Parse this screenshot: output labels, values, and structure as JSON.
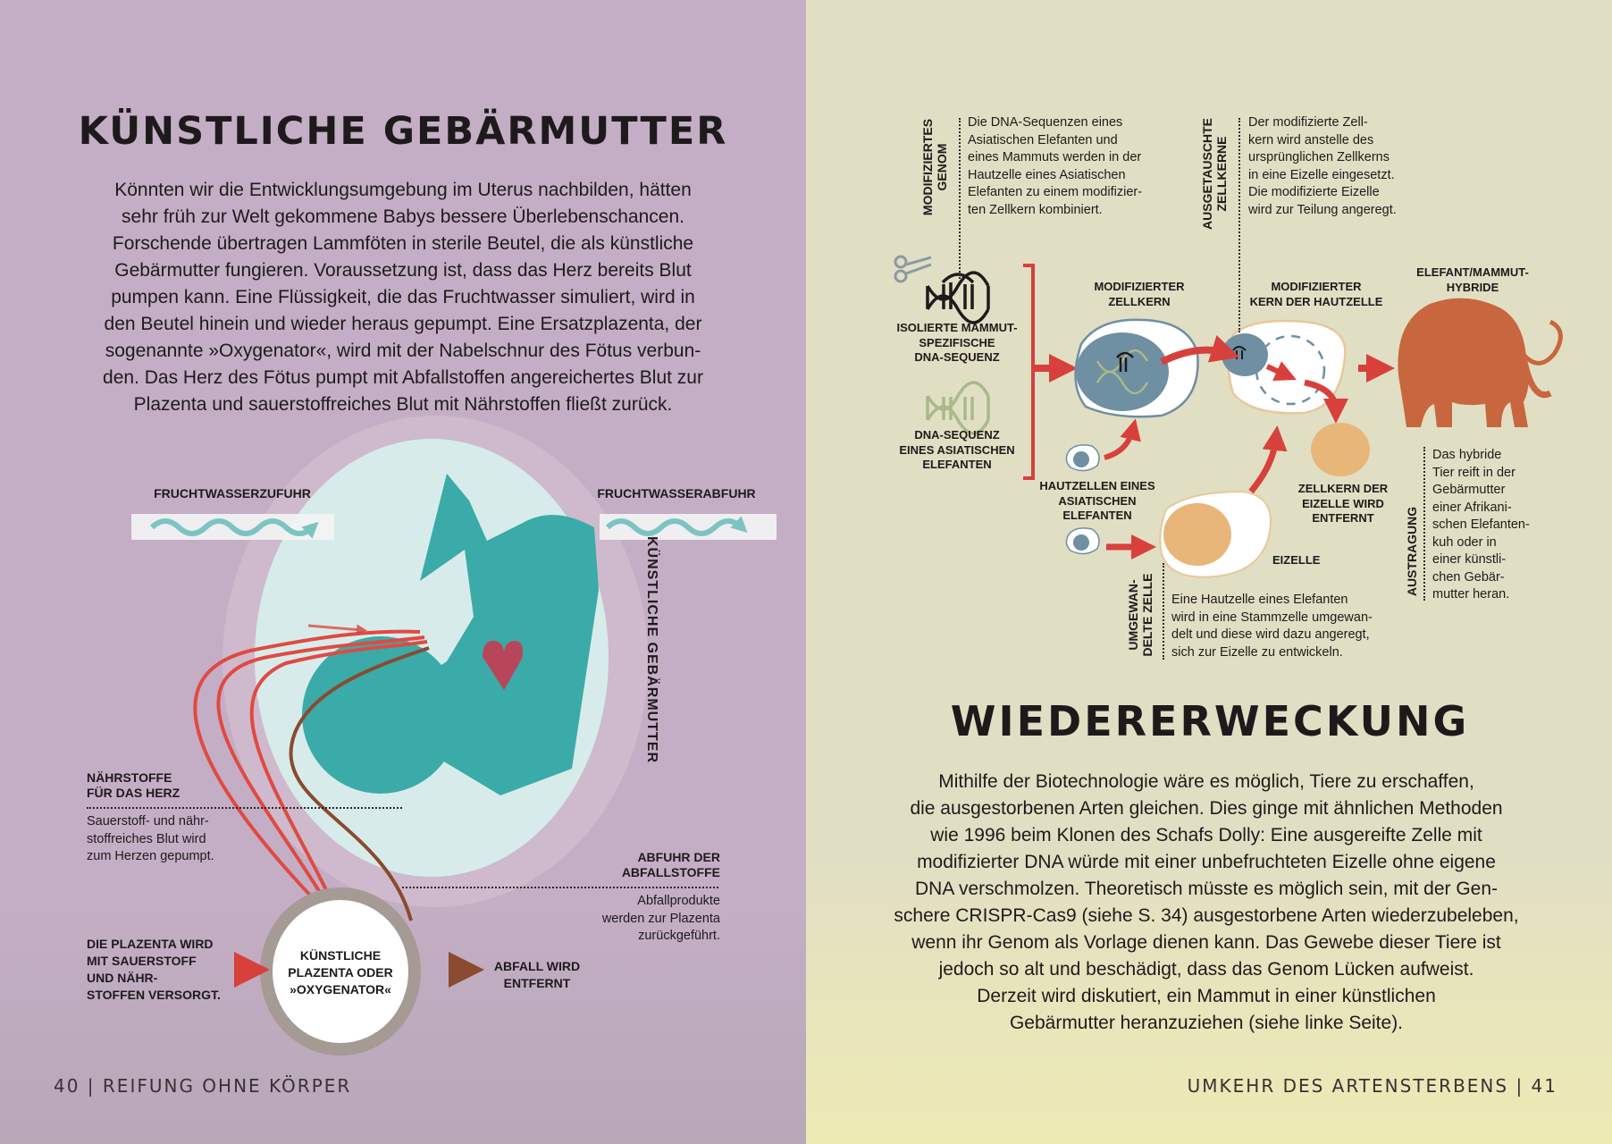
{
  "left": {
    "title": "KÜNSTLICHE GEBÄRMUTTER",
    "paragraph": [
      "Könnten wir die Entwicklungsumgebung im Uterus nachbilden, hätten",
      "sehr früh zur Welt gekommene Babys bessere Überlebenschancen.",
      "Forschende übertragen Lammföten in sterile Beutel, die als künstliche",
      "Gebärmutter fungieren. Voraussetzung ist, dass das Herz bereits Blut",
      "pumpen kann. Eine Flüssigkeit, die das Fruchtwasser simuliert, wird in",
      "den Beutel hinein und wieder heraus gepumpt. Eine Ersatzplazenta, der",
      "sogenannte »Oxygenator«, wird mit der Nabelschnur des Fötus verbun-",
      "den. Das Herz des Fötus pumpt mit Abfallstoffen angereichertes Blut zur",
      "Plazenta und sauerstoffreiches Blut mit Nährstoffen fließt zurück."
    ],
    "inflow": "FRUCHTWASSERZUFUHR",
    "outflow": "FRUCHTWASSERABFUHR",
    "womb_label": "KÜNSTLICHE GEBÄRMUTTER",
    "nutrients_title": [
      "NÄHRSTOFFE",
      "FÜR DAS HERZ"
    ],
    "nutrients_text": [
      "Sauerstoff- und nähr-",
      "stoffreiches Blut wird",
      "zum Herzen gepumpt."
    ],
    "waste_title": [
      "ABFUHR DER",
      "ABFALLSTOFFE"
    ],
    "waste_text": [
      "Abfallprodukte",
      "werden zur Plazenta",
      "zurückgeführt."
    ],
    "supply": [
      "DIE PLAZENTA WIRD",
      "MIT SAUERSTOFF",
      "UND NÄHR-",
      "STOFFEN VERSORGT."
    ],
    "placenta": [
      "KÜNSTLICHE",
      "PLAZENTA ODER",
      "»OXYGENATOR«"
    ],
    "removed": [
      "ABFALL WIRD",
      "ENTFERNT"
    ],
    "footer_page": "40",
    "footer_section": "REIFUNG OHNE KÖRPER"
  },
  "right": {
    "genome_head": [
      "MODIFIZIERTES",
      "GENOM"
    ],
    "genome_text": [
      "Die DNA-Sequenzen eines",
      "Asiatischen Elefanten und",
      "eines Mammuts werden in der",
      "Hautzelle eines Asiatischen",
      "Elefanten zu einem modifizier-",
      "ten Zellkern kombiniert."
    ],
    "swap_head": [
      "AUSGETAUSCHTE",
      "ZELLKERNE"
    ],
    "swap_text": [
      "Der modifizierte Zell-",
      "kern wird anstelle des",
      "ursprünglichen Zellkerns",
      "in eine Eizelle eingesetzt.",
      "Die modifizierte Eizelle",
      "wird zur Teilung angeregt."
    ],
    "mammoth_dna": [
      "ISOLIERTE MAMMUT-",
      "SPEZIFISCHE",
      "DNA-SEQUENZ"
    ],
    "elephant_dna": [
      "DNA-SEQUENZ",
      "EINES ASIATISCHEN",
      "ELEFANTEN"
    ],
    "mod_nucleus": [
      "MODIFIZIERTER",
      "ZELLKERN"
    ],
    "mod_skin_nucleus": [
      "MODIFIZIERTER",
      "KERN DER HAUTZELLE"
    ],
    "hybrid": [
      "ELEFANT/MAMMUT-",
      "HYBRIDE"
    ],
    "skin_cells": [
      "HAUTZELLEN EINES",
      "ASIATISCHEN",
      "ELEFANTEN"
    ],
    "nucleus_removed": [
      "ZELLKERN DER",
      "EIZELLE WIRD",
      "ENTFERNT"
    ],
    "egg": "EIZELLE",
    "converted_head": [
      "UMGEWAN-",
      "DELTE ZELLE"
    ],
    "converted_text": [
      "Eine Hautzelle eines Elefanten",
      "wird in eine Stammzelle umgewan-",
      "delt und diese wird dazu angeregt,",
      "sich zur Eizelle zu entwickeln."
    ],
    "gestation_head": "AUSTRAGUNG",
    "gestation_text": [
      "Das hybride",
      "Tier reift in der",
      "Gebärmutter",
      "einer Afrikani-",
      "schen Elefanten-",
      "kuh oder in",
      "einer künstli-",
      "chen Gebär-",
      "mutter heran."
    ],
    "title": "WIEDERERWECKUNG",
    "paragraph": [
      "Mithilfe der Biotechnologie wäre es möglich, Tiere zu erschaffen,",
      "die ausgestorbenen Arten gleichen. Dies ginge mit ähnlichen Methoden",
      "wie 1996 beim Klonen des Schafs Dolly: Eine ausgereifte Zelle mit",
      "modifizierter DNA würde mit einer unbefruchteten Eizelle ohne eigene",
      "DNA verschmolzen. Theoretisch müsste es möglich sein, mit der Gen-",
      "schere CRISPR-Cas9 (siehe S. 34) ausgestorbene Arten wiederzubeleben,",
      "wenn ihr Genom als Vorlage dienen kann. Das Gewebe dieser Tiere ist",
      "jedoch so alt und beschädigt, dass das Genom Lücken aufweist.",
      "Derzeit wird diskutiert, ein Mammut in einer künstlichen",
      "Gebärmutter heranzuziehen (siehe linke Seite)."
    ],
    "footer_section": "UMKEHR DES ARTENSTERBENS",
    "footer_page": "41"
  },
  "colors": {
    "left_bg": "#c4aec5",
    "right_bg": "#e1dfc3",
    "teal": "#3aaba8",
    "red": "#d8403c",
    "brown": "#8a4a30",
    "mammoth": "#c8673f",
    "nucleus": "#6f8fa2",
    "yolk": "#e8b678"
  }
}
